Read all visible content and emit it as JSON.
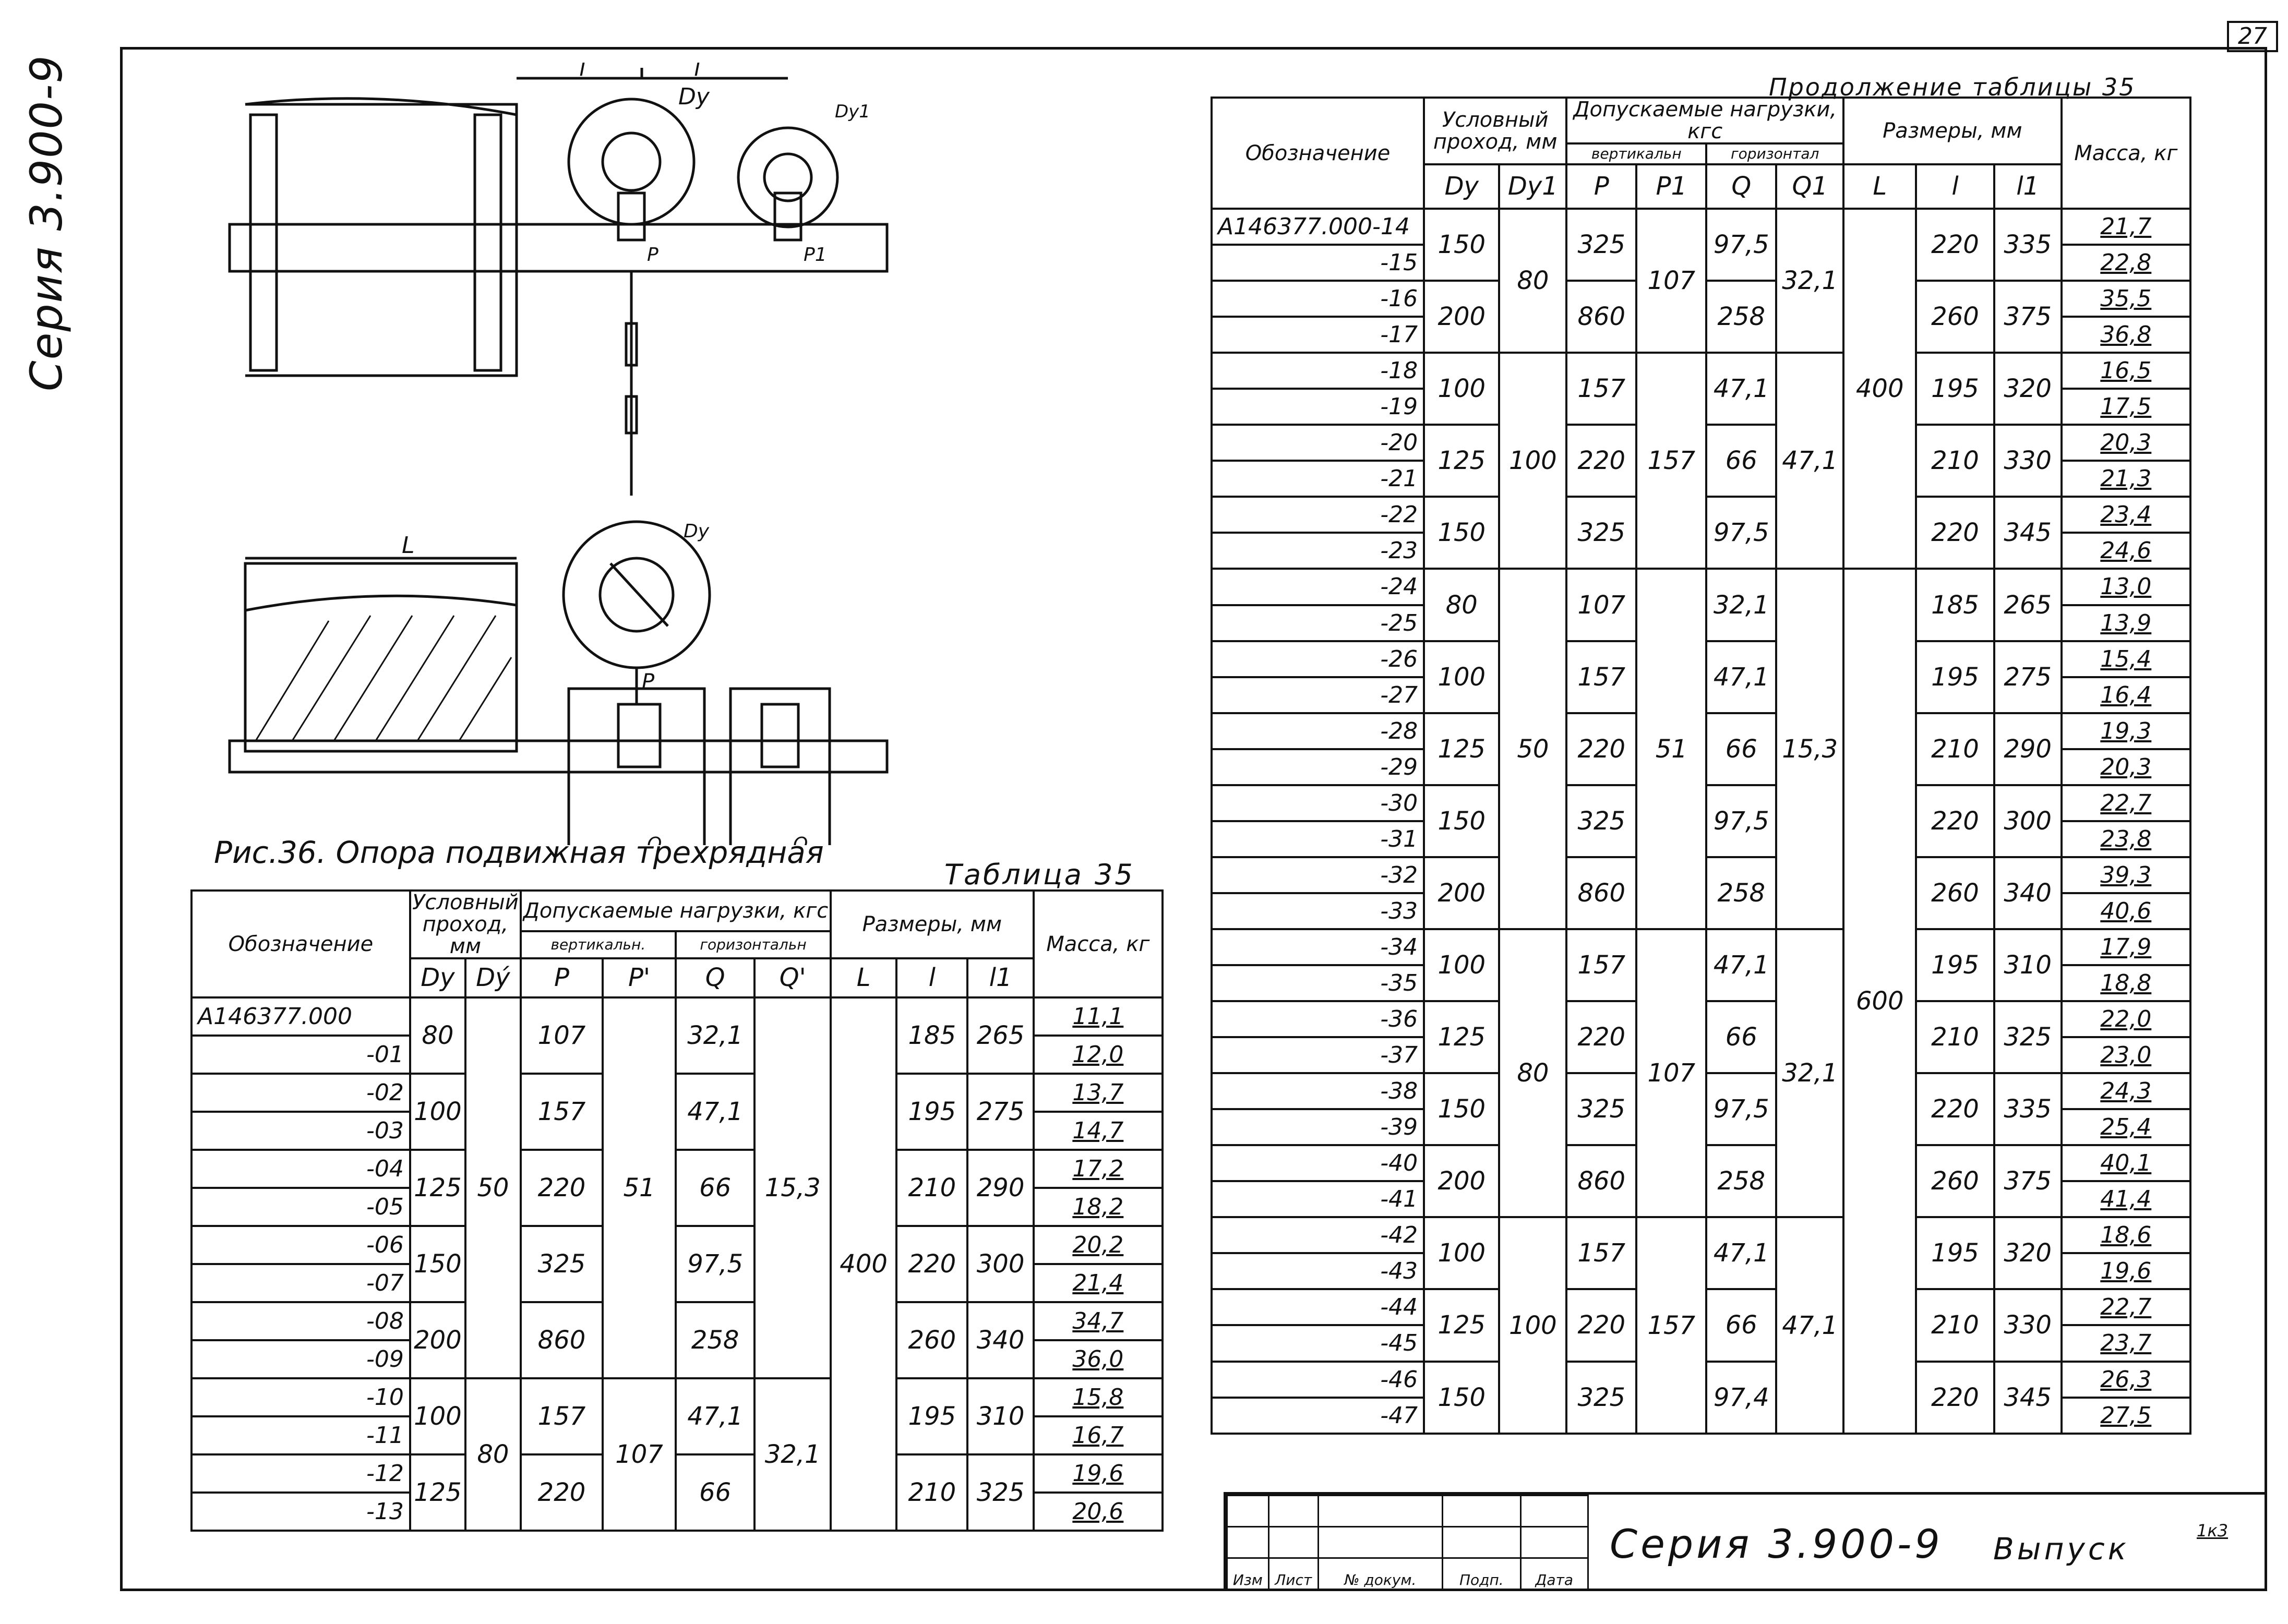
{
  "sheet_number": "27",
  "side_title": "Серия 3.900-9",
  "figure": {
    "caption": "Рис.36. Опора подвижная трехрядная",
    "labels": {
      "l": "l",
      "L": "L",
      "Dy": "Dy",
      "Dy1": "Dy1",
      "P": "P",
      "P1": "P1",
      "Q": "Q"
    }
  },
  "table35": {
    "title": "Таблица 35",
    "headers": {
      "designation": "Обозначение",
      "nominal_bore": "Условный проход, мм",
      "loads": "Допускаемые нагрузки, кгс",
      "vertical": "вертикальн.",
      "horizontal": "горизонтальн",
      "sizes": "Размеры, мм",
      "mass": "Масса, кг",
      "Dy": "Dy",
      "Dy1": "Dý",
      "P": "P",
      "P1": "P'",
      "Q": "Q",
      "Q1": "Q'",
      "L": "L",
      "l": "l",
      "l1": "l1"
    },
    "rows": [
      {
        "des": "А146377.000",
        "mass": "11,1"
      },
      {
        "des": "-01",
        "mass": "12,0"
      },
      {
        "des": "-02",
        "mass": "13,7"
      },
      {
        "des": "-03",
        "mass": "14,7"
      },
      {
        "des": "-04",
        "mass": "17,2"
      },
      {
        "des": "-05",
        "mass": "18,2"
      },
      {
        "des": "-06",
        "mass": "20,2"
      },
      {
        "des": "-07",
        "mass": "21,4"
      },
      {
        "des": "-08",
        "mass": "34,7"
      },
      {
        "des": "-09",
        "mass": "36,0"
      },
      {
        "des": "-10",
        "mass": "15,8"
      },
      {
        "des": "-11",
        "mass": "16,7"
      },
      {
        "des": "-12",
        "mass": "19,6"
      },
      {
        "des": "-13",
        "mass": "20,6"
      }
    ],
    "groups": [
      {
        "Dy": "80",
        "P": "107",
        "Q": "32,1",
        "l": "185",
        "l1": "265"
      },
      {
        "Dy": "100",
        "P": "157",
        "Q": "47,1",
        "l": "195",
        "l1": "275"
      },
      {
        "Dy": "125",
        "P": "220",
        "Q": "66",
        "l": "210",
        "l1": "290"
      },
      {
        "Dy": "150",
        "P": "325",
        "Q": "97,5",
        "l": "220",
        "l1": "300"
      },
      {
        "Dy": "200",
        "P": "860",
        "Q": "258",
        "l": "260",
        "l1": "340"
      },
      {
        "Dy": "100",
        "P": "157",
        "Q": "47,1",
        "l": "195",
        "l1": "310"
      },
      {
        "Dy": "125",
        "P": "220",
        "Q": "66",
        "l": "210",
        "l1": "325"
      }
    ],
    "merged": {
      "Dy1_a": "50",
      "Dy1_b": "80",
      "P1_a": "51",
      "P1_b": "107",
      "Q1_a": "15,3",
      "Q1_b": "32,1",
      "L": "400"
    }
  },
  "table35_cont": {
    "title": "Продолжение таблицы 35",
    "headers": {
      "designation": "Обозначение",
      "nominal_bore": "Условный проход, мм",
      "loads": "Допускаемые нагрузки, кгс",
      "vertical": "вертикальн",
      "horizontal": "горизонтал",
      "sizes": "Размеры, мм",
      "mass": "Масса, кг",
      "Dy": "Dy",
      "Dy1": "Dy1",
      "P": "P",
      "P1": "P1",
      "Q": "Q",
      "Q1": "Q1",
      "L": "L",
      "l": "l",
      "l1": "l1"
    },
    "rows": [
      {
        "des": "А146377.000-14",
        "mass": "21,7"
      },
      {
        "des": "-15",
        "mass": "22,8"
      },
      {
        "des": "-16",
        "mass": "35,5"
      },
      {
        "des": "-17",
        "mass": "36,8"
      },
      {
        "des": "-18",
        "mass": "16,5"
      },
      {
        "des": "-19",
        "mass": "17,5"
      },
      {
        "des": "-20",
        "mass": "20,3"
      },
      {
        "des": "-21",
        "mass": "21,3"
      },
      {
        "des": "-22",
        "mass": "23,4"
      },
      {
        "des": "-23",
        "mass": "24,6"
      },
      {
        "des": "-24",
        "mass": "13,0"
      },
      {
        "des": "-25",
        "mass": "13,9"
      },
      {
        "des": "-26",
        "mass": "15,4"
      },
      {
        "des": "-27",
        "mass": "16,4"
      },
      {
        "des": "-28",
        "mass": "19,3"
      },
      {
        "des": "-29",
        "mass": "20,3"
      },
      {
        "des": "-30",
        "mass": "22,7"
      },
      {
        "des": "-31",
        "mass": "23,8"
      },
      {
        "des": "-32",
        "mass": "39,3"
      },
      {
        "des": "-33",
        "mass": "40,6"
      },
      {
        "des": "-34",
        "mass": "17,9"
      },
      {
        "des": "-35",
        "mass": "18,8"
      },
      {
        "des": "-36",
        "mass": "22,0"
      },
      {
        "des": "-37",
        "mass": "23,0"
      },
      {
        "des": "-38",
        "mass": "24,3"
      },
      {
        "des": "-39",
        "mass": "25,4"
      },
      {
        "des": "-40",
        "mass": "40,1"
      },
      {
        "des": "-41",
        "mass": "41,4"
      },
      {
        "des": "-42",
        "mass": "18,6"
      },
      {
        "des": "-43",
        "mass": "19,6"
      },
      {
        "des": "-44",
        "mass": "22,7"
      },
      {
        "des": "-45",
        "mass": "23,7"
      },
      {
        "des": "-46",
        "mass": "26,3"
      },
      {
        "des": "-47",
        "mass": "27,5"
      }
    ],
    "groups": [
      {
        "Dy": "150",
        "P": "325",
        "Q": "97,5",
        "l": "220",
        "l1": "335"
      },
      {
        "Dy": "200",
        "P": "860",
        "Q": "258",
        "l": "260",
        "l1": "375"
      },
      {
        "Dy": "100",
        "P": "157",
        "Q": "47,1",
        "l": "195",
        "l1": "320"
      },
      {
        "Dy": "125",
        "P": "220",
        "Q": "66",
        "l": "210",
        "l1": "330"
      },
      {
        "Dy": "150",
        "P": "325",
        "Q": "97,5",
        "l": "220",
        "l1": "345"
      },
      {
        "Dy": "80",
        "P": "107",
        "Q": "32,1",
        "l": "185",
        "l1": "265"
      },
      {
        "Dy": "100",
        "P": "157",
        "Q": "47,1",
        "l": "195",
        "l1": "275"
      },
      {
        "Dy": "125",
        "P": "220",
        "Q": "66",
        "l": "210",
        "l1": "290"
      },
      {
        "Dy": "150",
        "P": "325",
        "Q": "97,5",
        "l": "220",
        "l1": "300"
      },
      {
        "Dy": "200",
        "P": "860",
        "Q": "258",
        "l": "260",
        "l1": "340"
      },
      {
        "Dy": "100",
        "P": "157",
        "Q": "47,1",
        "l": "195",
        "l1": "310"
      },
      {
        "Dy": "125",
        "P": "220",
        "Q": "66",
        "l": "210",
        "l1": "325"
      },
      {
        "Dy": "150",
        "P": "325",
        "Q": "97,5",
        "l": "220",
        "l1": "335"
      },
      {
        "Dy": "200",
        "P": "860",
        "Q": "258",
        "l": "260",
        "l1": "375"
      },
      {
        "Dy": "100",
        "P": "157",
        "Q": "47,1",
        "l": "195",
        "l1": "320"
      },
      {
        "Dy": "125",
        "P": "220",
        "Q": "66",
        "l": "210",
        "l1": "330"
      },
      {
        "Dy": "150",
        "P": "325",
        "Q": "97,4",
        "l": "220",
        "l1": "345"
      }
    ],
    "merged": {
      "Dy1": [
        "80",
        "100",
        "50",
        "80",
        "100"
      ],
      "P1": [
        "107",
        "157",
        "51",
        "107",
        "157"
      ],
      "Q1": [
        "32,1",
        "47,1",
        "15,3",
        "32,1",
        "47,1"
      ],
      "L": [
        "400",
        "600"
      ]
    }
  },
  "title_block": {
    "cols": [
      "Изм",
      "Лист",
      "№ докум.",
      "Подп.",
      "Дата"
    ],
    "series": "Серия 3.900-9",
    "issue": "Выпуск",
    "mark": "1к3"
  }
}
